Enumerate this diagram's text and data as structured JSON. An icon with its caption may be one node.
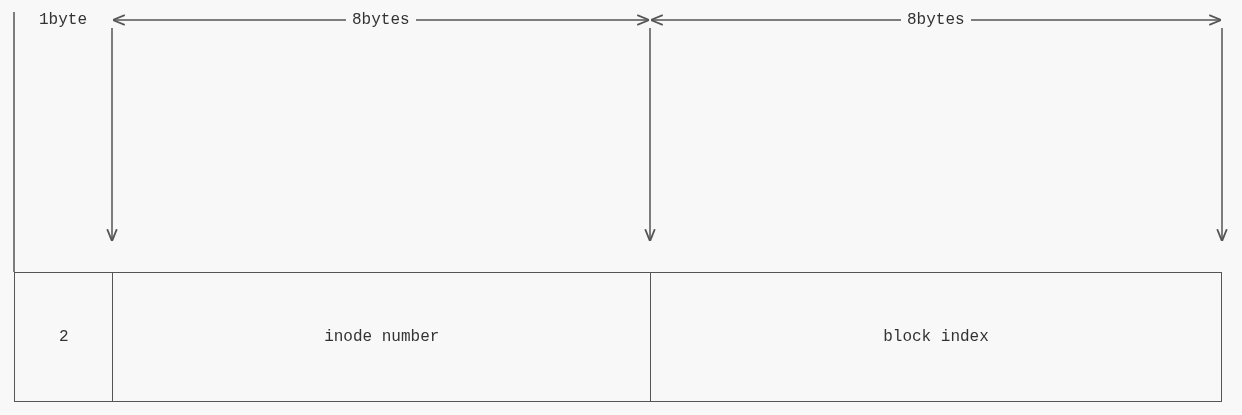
{
  "diagram": {
    "nodes": [
      {
        "text": [
          "2"
        ]
      },
      {
        "text": [
          "inode number"
        ]
      },
      {
        "text": [
          "block index"
        ]
      }
    ],
    "labels": [
      "1byte",
      "8bytes",
      "8bytes"
    ]
  }
}
